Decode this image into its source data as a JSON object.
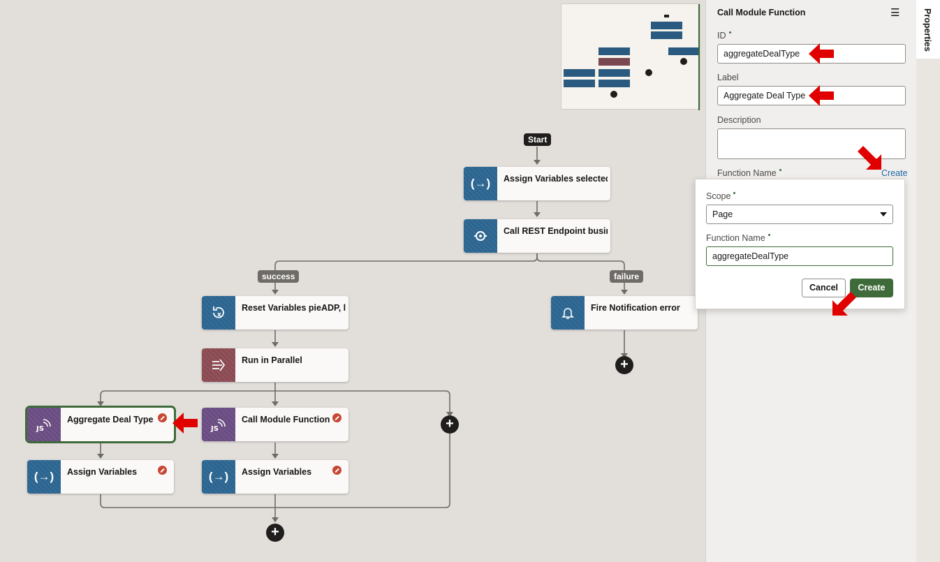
{
  "canvas": {
    "start_label": "Start",
    "nodes": {
      "assign_selected": "Assign Variables selected",
      "call_rest": "Call REST Endpoint business",
      "reset_vars": "Reset Variables pieADP, l",
      "fire_notification": "Fire Notification error",
      "run_parallel": "Run in Parallel",
      "aggregate": "Aggregate Deal Type",
      "call_module": "Call Module Function",
      "assign_1": "Assign Variables",
      "assign_2": "Assign Variables"
    },
    "branches": {
      "success": "success",
      "failure": "failure"
    },
    "icons": {
      "assign": "assign-variables-icon",
      "rest": "call-rest-icon",
      "reset": "reset-variables-icon",
      "notify": "bell-icon",
      "parallel": "run-parallel-icon",
      "js": "javascript-function-icon"
    },
    "colors": {
      "blue": "#2b6590",
      "maroon": "#8a4a52",
      "purple": "#6a4c82",
      "error": "#c74634",
      "annotation": "#e00000"
    }
  },
  "panel": {
    "title": "Call Module Function",
    "id_label": "ID",
    "id_value": "aggregateDealType",
    "label_label": "Label",
    "label_value": "Aggregate Deal Type",
    "description_label": "Description",
    "description_value": "",
    "function_name_label": "Function Name",
    "create_link": "Create"
  },
  "popup": {
    "scope_label": "Scope",
    "scope_value": "Page",
    "function_name_label": "Function Name",
    "function_name_value": "aggregateDealType",
    "cancel": "Cancel",
    "create": "Create"
  },
  "rail": {
    "tab": "Properties"
  }
}
